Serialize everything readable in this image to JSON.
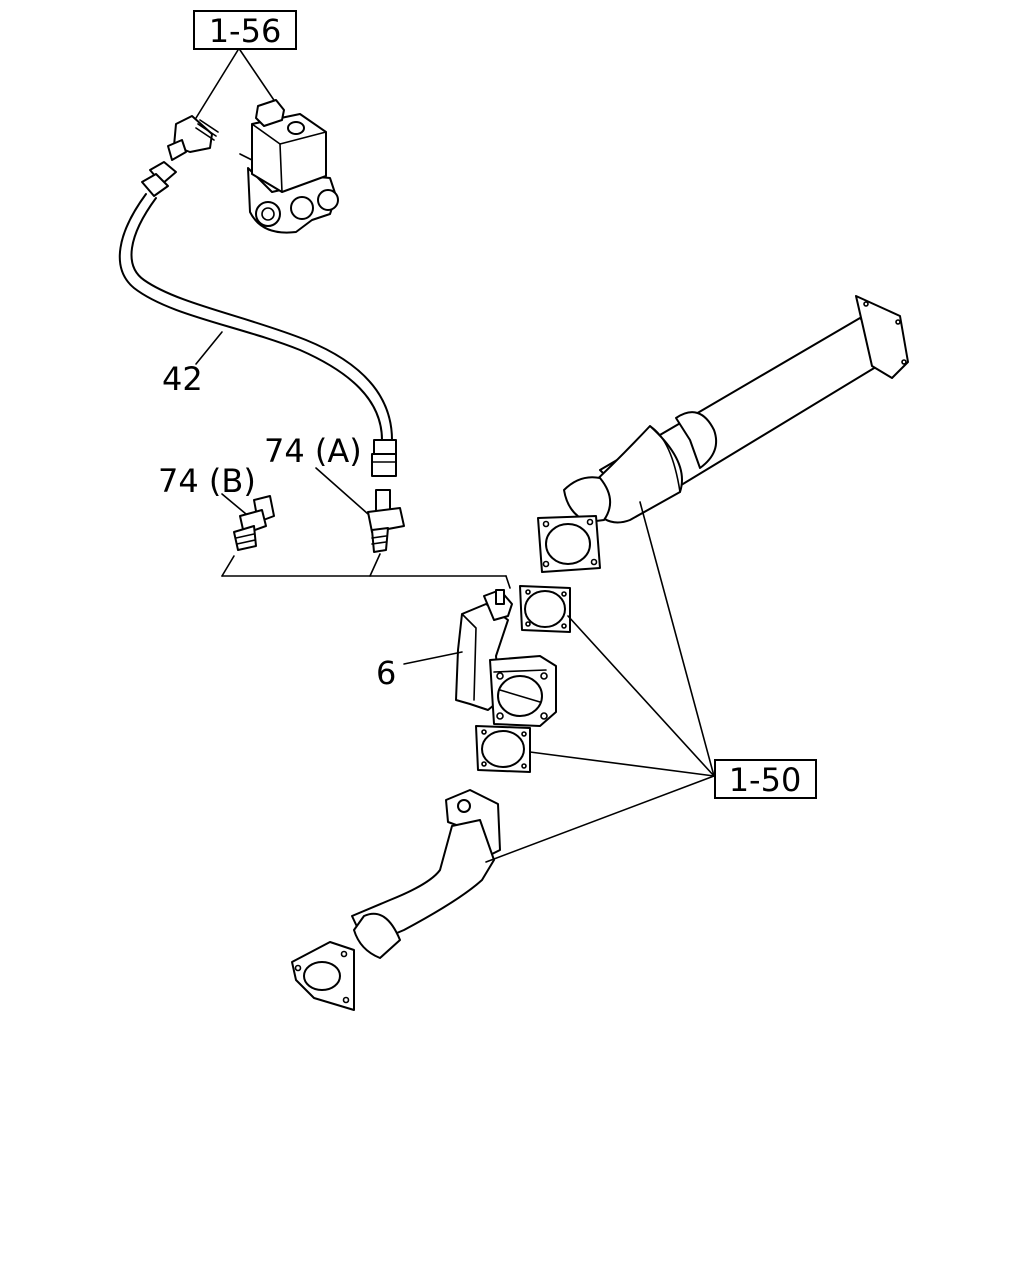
{
  "references": {
    "ref_1_56": "1-56",
    "ref_1_50": "1-50"
  },
  "callouts": {
    "hose": "42",
    "connector_a": "74 (A)",
    "connector_b": "74 (B)",
    "throttle_valve": "6"
  }
}
